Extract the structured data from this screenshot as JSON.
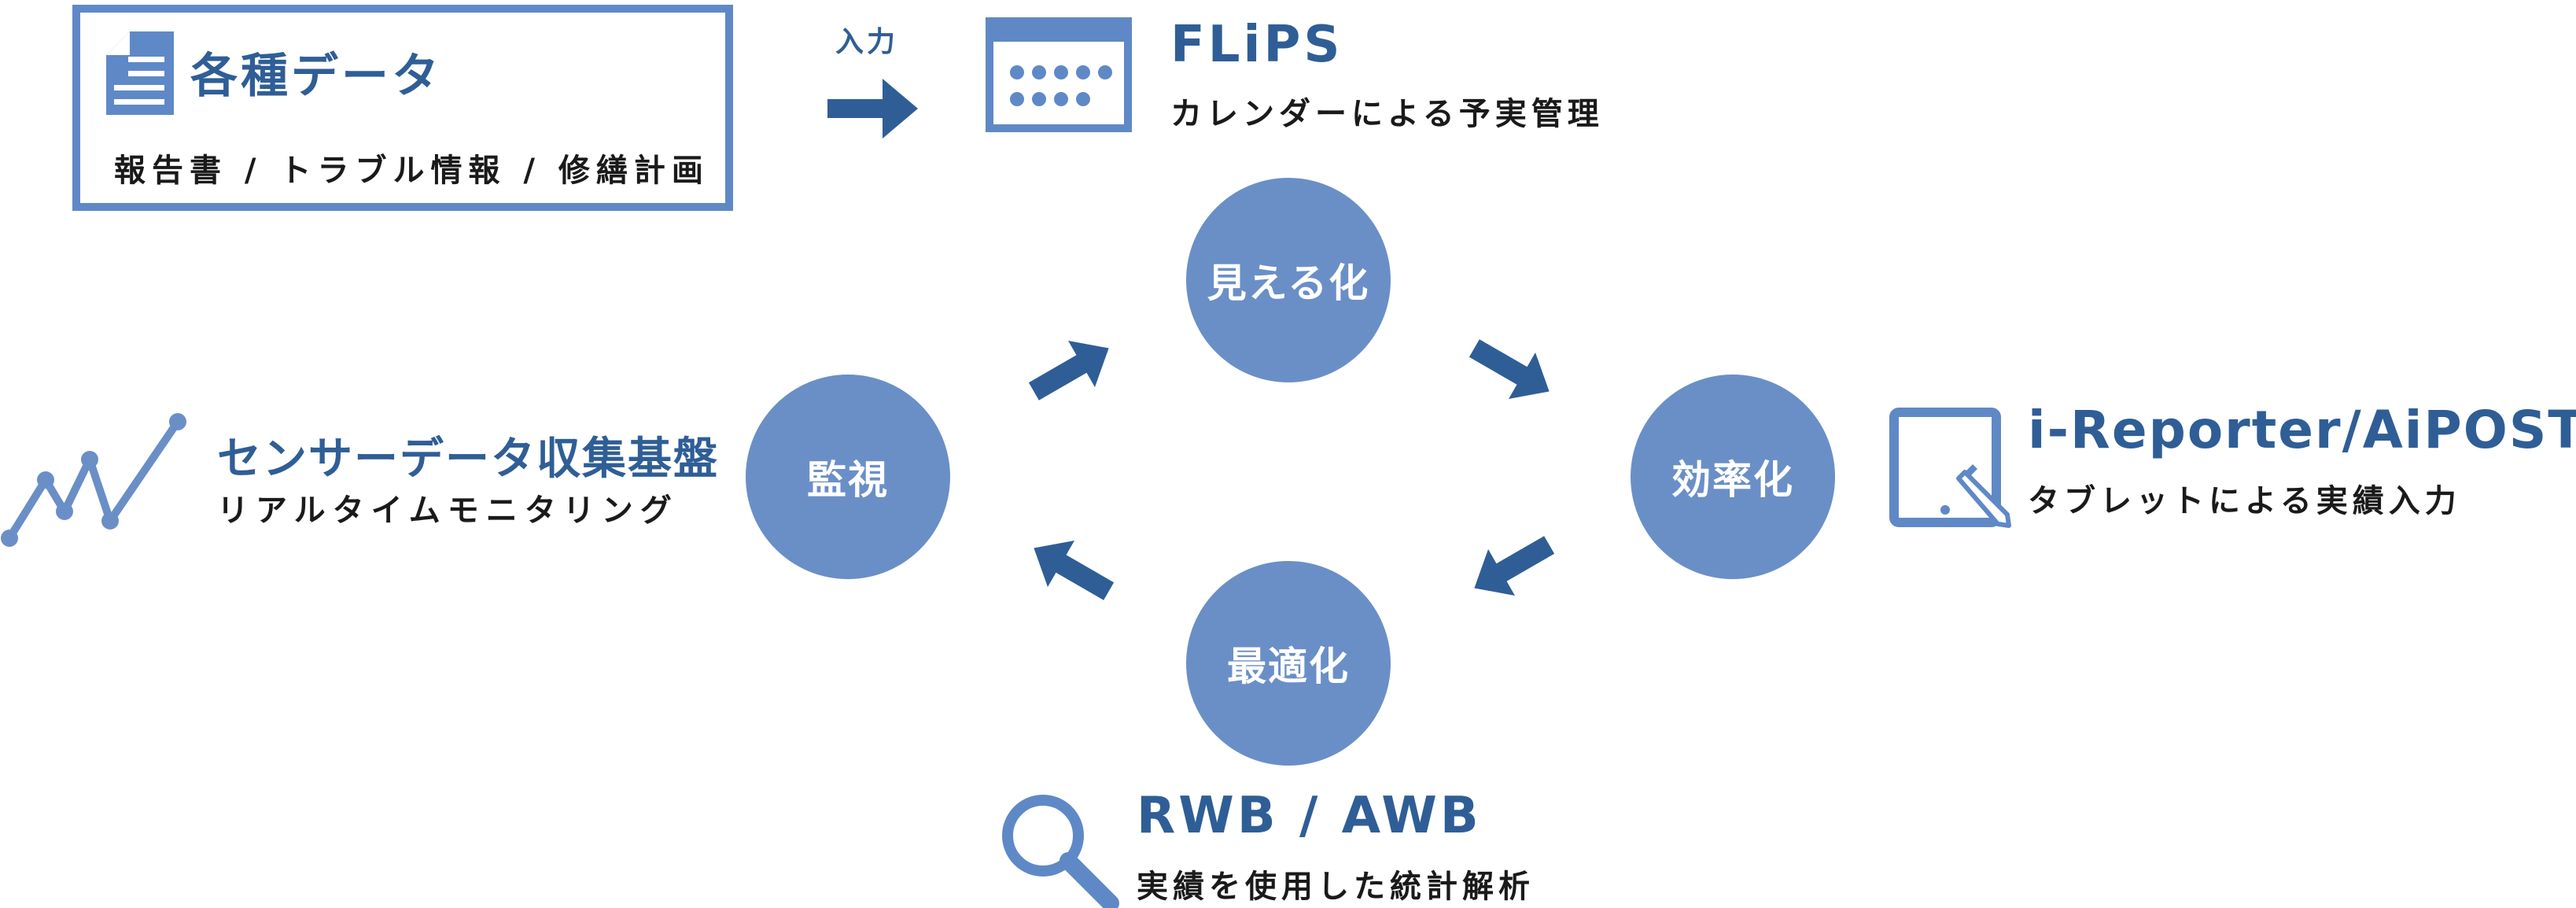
{
  "data_sources": {
    "title": "各種データ",
    "subtitle": "報告書 / トラブル情報 / 修繕計画",
    "icon": "document-icon"
  },
  "input_arrow": {
    "label": "入力"
  },
  "flips": {
    "title": "FLiPS",
    "subtitle": "カレンダーによる予実管理",
    "icon": "calendar-icon"
  },
  "sensor": {
    "title": "センサーデータ収集基盤",
    "subtitle": "リアルタイムモニタリング",
    "icon": "line-chart-icon"
  },
  "ireporter": {
    "title": "i-Reporter/AiPOST",
    "subtitle": "タブレットによる実績入力",
    "icon": "tablet-pen-icon"
  },
  "rwb": {
    "title": "RWB / AWB",
    "subtitle": "実績を使用した統計解析",
    "icon": "magnifier-icon"
  },
  "cycle": {
    "top": "見える化",
    "right": "効率化",
    "bottom": "最適化",
    "left": "監視"
  },
  "colors": {
    "accent": "#2f5e96",
    "circle_fill": "#6a8fc7",
    "icon": "#5f89c6",
    "arrow": "#2f5e96"
  }
}
